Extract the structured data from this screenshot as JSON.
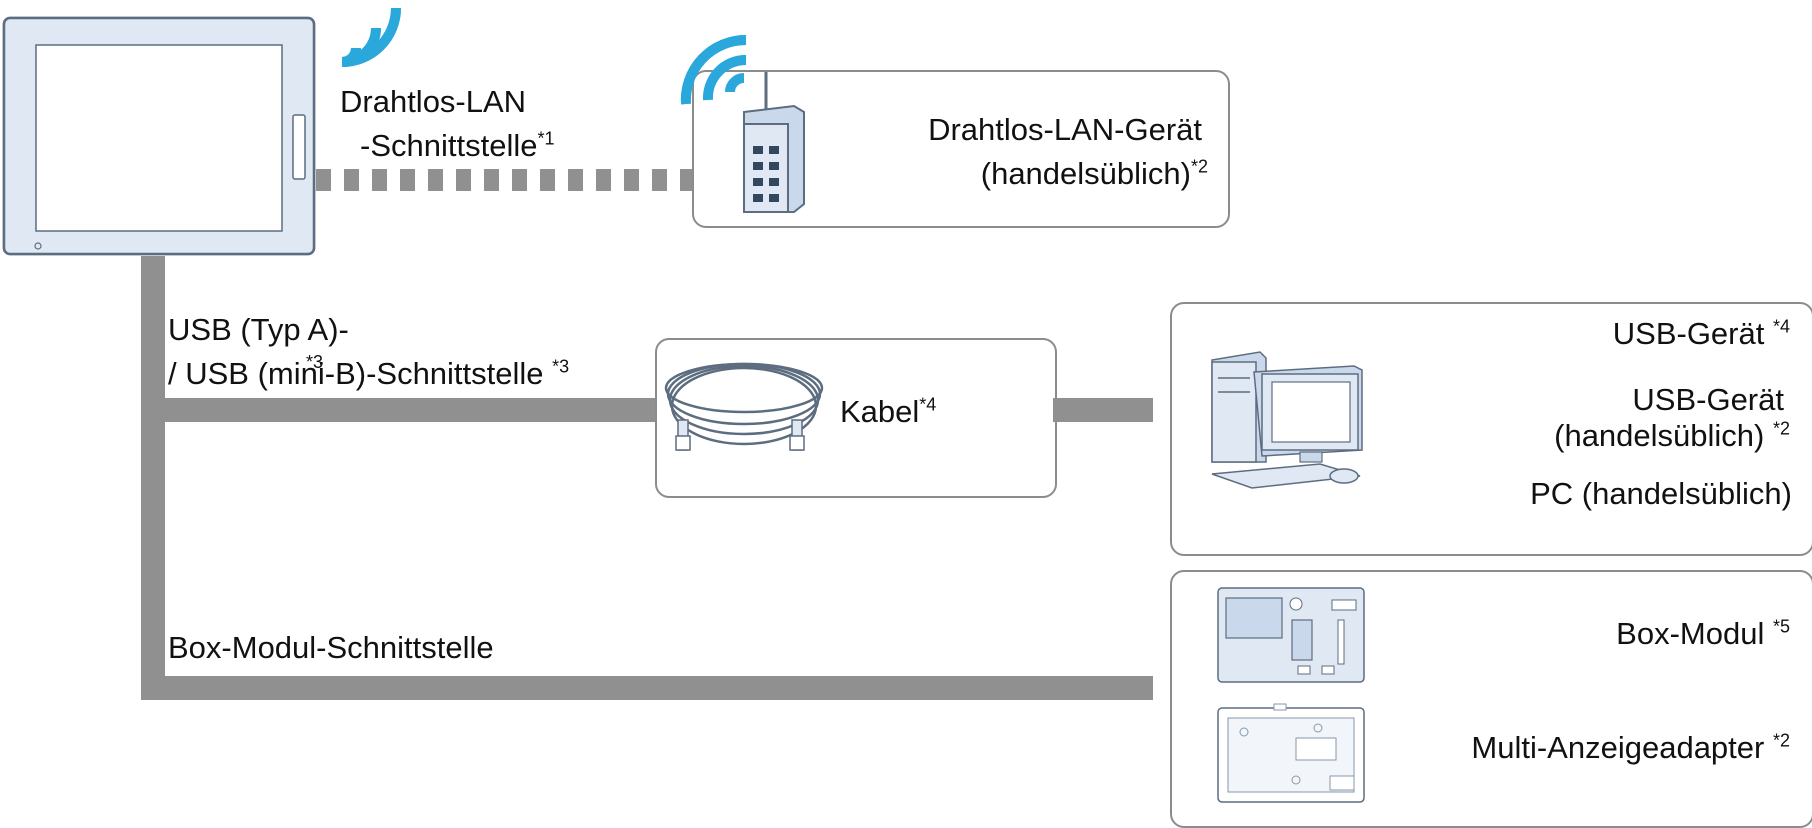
{
  "wireless": {
    "interface_line1": "Drahtlos-LAN",
    "interface_line2": "-Schnittstelle",
    "interface_note": "*1",
    "device_line1": "Drahtlos-LAN-Gerät",
    "device_line2": "(handelsüblich)",
    "device_note": "*2"
  },
  "usb": {
    "interface_line1": "USB (Typ A)-",
    "interface_line2": "/ USB (mini-B)-Schnittstelle",
    "interface_note": "*3",
    "overlap_note": "*3",
    "cable_label": "Kabel",
    "cable_note": "*4",
    "devices": [
      {
        "label": "USB-Gerät",
        "note": "*4"
      },
      {
        "label": "USB-Gerät",
        "note": ""
      },
      {
        "label": "(handelsüblich)",
        "note": "*2"
      },
      {
        "label": "PC (handelsüblich)",
        "note": ""
      }
    ]
  },
  "box_module": {
    "interface_label": "Box-Modul-Schnittstelle",
    "device1_label": "Box-Modul",
    "device1_note": "*5",
    "device2_label": "Multi-Anzeigeadapter",
    "device2_note": "*2"
  },
  "colors": {
    "line": "#909090",
    "device_fill": "#dfe8f3",
    "device_stroke": "#5d6d80",
    "wifi": "#2aa8dc",
    "box_stroke": "#8c8c8c"
  }
}
